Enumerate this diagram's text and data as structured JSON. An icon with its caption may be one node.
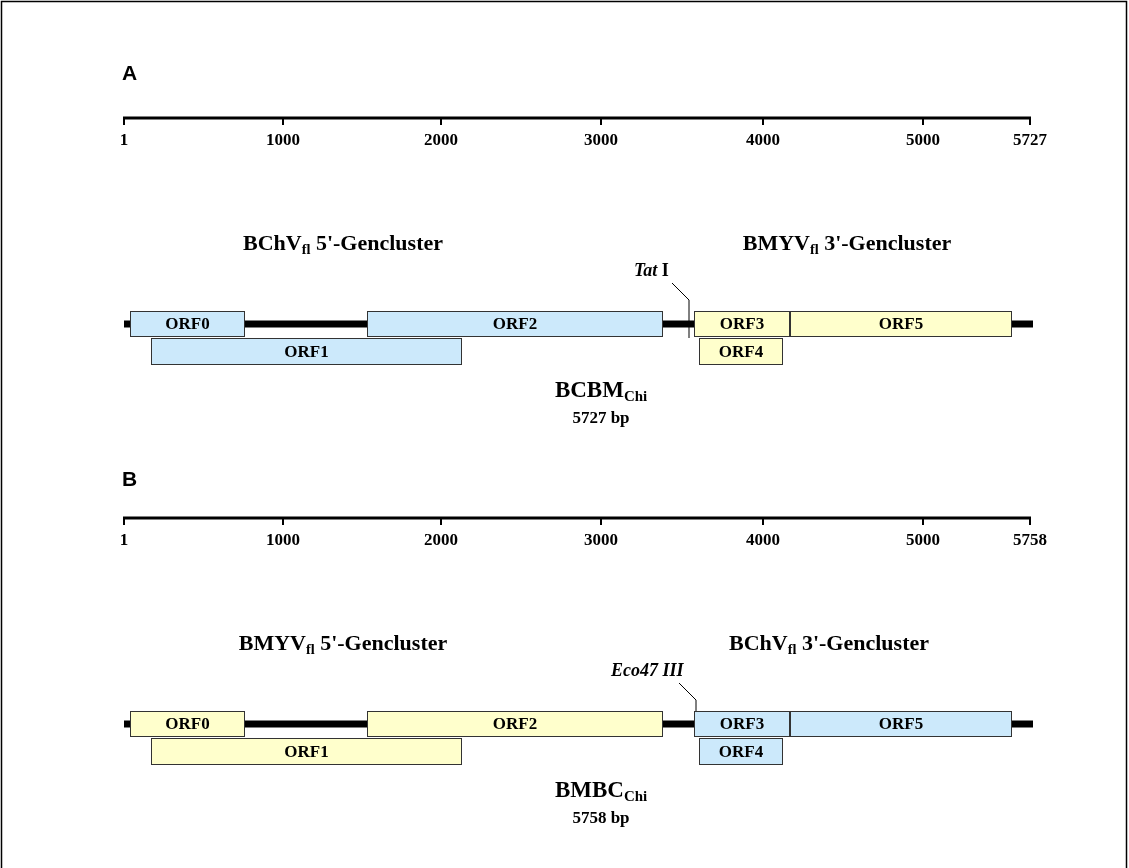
{
  "diagram": {
    "nodes": [
      {
        "text": [
          "ORF0"
        ]
      },
      {
        "text": [
          "ORF2"
        ]
      },
      {
        "text": [
          "ORF1"
        ]
      },
      {
        "text": [
          "*Tat* I"
        ]
      },
      {
        "text": [
          "ORF3"
        ]
      },
      {
        "text": [
          "ORF5"
        ]
      },
      {
        "text": [
          "ORF4"
        ]
      },
      {
        "text": [
          "ORF0"
        ]
      },
      {
        "text": [
          "ORF2"
        ]
      },
      {
        "text": [
          "ORF1"
        ]
      },
      {
        "text": [
          "Eco47 III"
        ]
      },
      {
        "text": [
          "ORF3"
        ]
      },
      {
        "text": [
          "ORF5"
        ]
      },
      {
        "text": [
          "ORF4"
        ]
      }
    ],
    "edges": [
      {
        "from": 3,
        "to": 6,
        "arrow": "none"
      },
      {
        "from": 10,
        "to": 11,
        "arrow": "none"
      }
    ],
    "labels": [
      "A",
      "1",
      "1000",
      "2000",
      "3000",
      "4000",
      "5000",
      "5727",
      "BChV$_{fl}$ 5'-Gencluster",
      "BMYV$_{fl}$ 3'-Gencluster",
      "BCBM$_{Chi}$",
      "5727 bp",
      "B",
      "1",
      "1000",
      "2000",
      "3000",
      "4000",
      "5000",
      "5758",
      "BMYV$_{fl}$ 5'-Gencluster",
      "BChV$_{fl}$ 3'-Gencluster",
      "BMBC$_{Chi}$",
      "5758 bp"
    ]
  }
}
